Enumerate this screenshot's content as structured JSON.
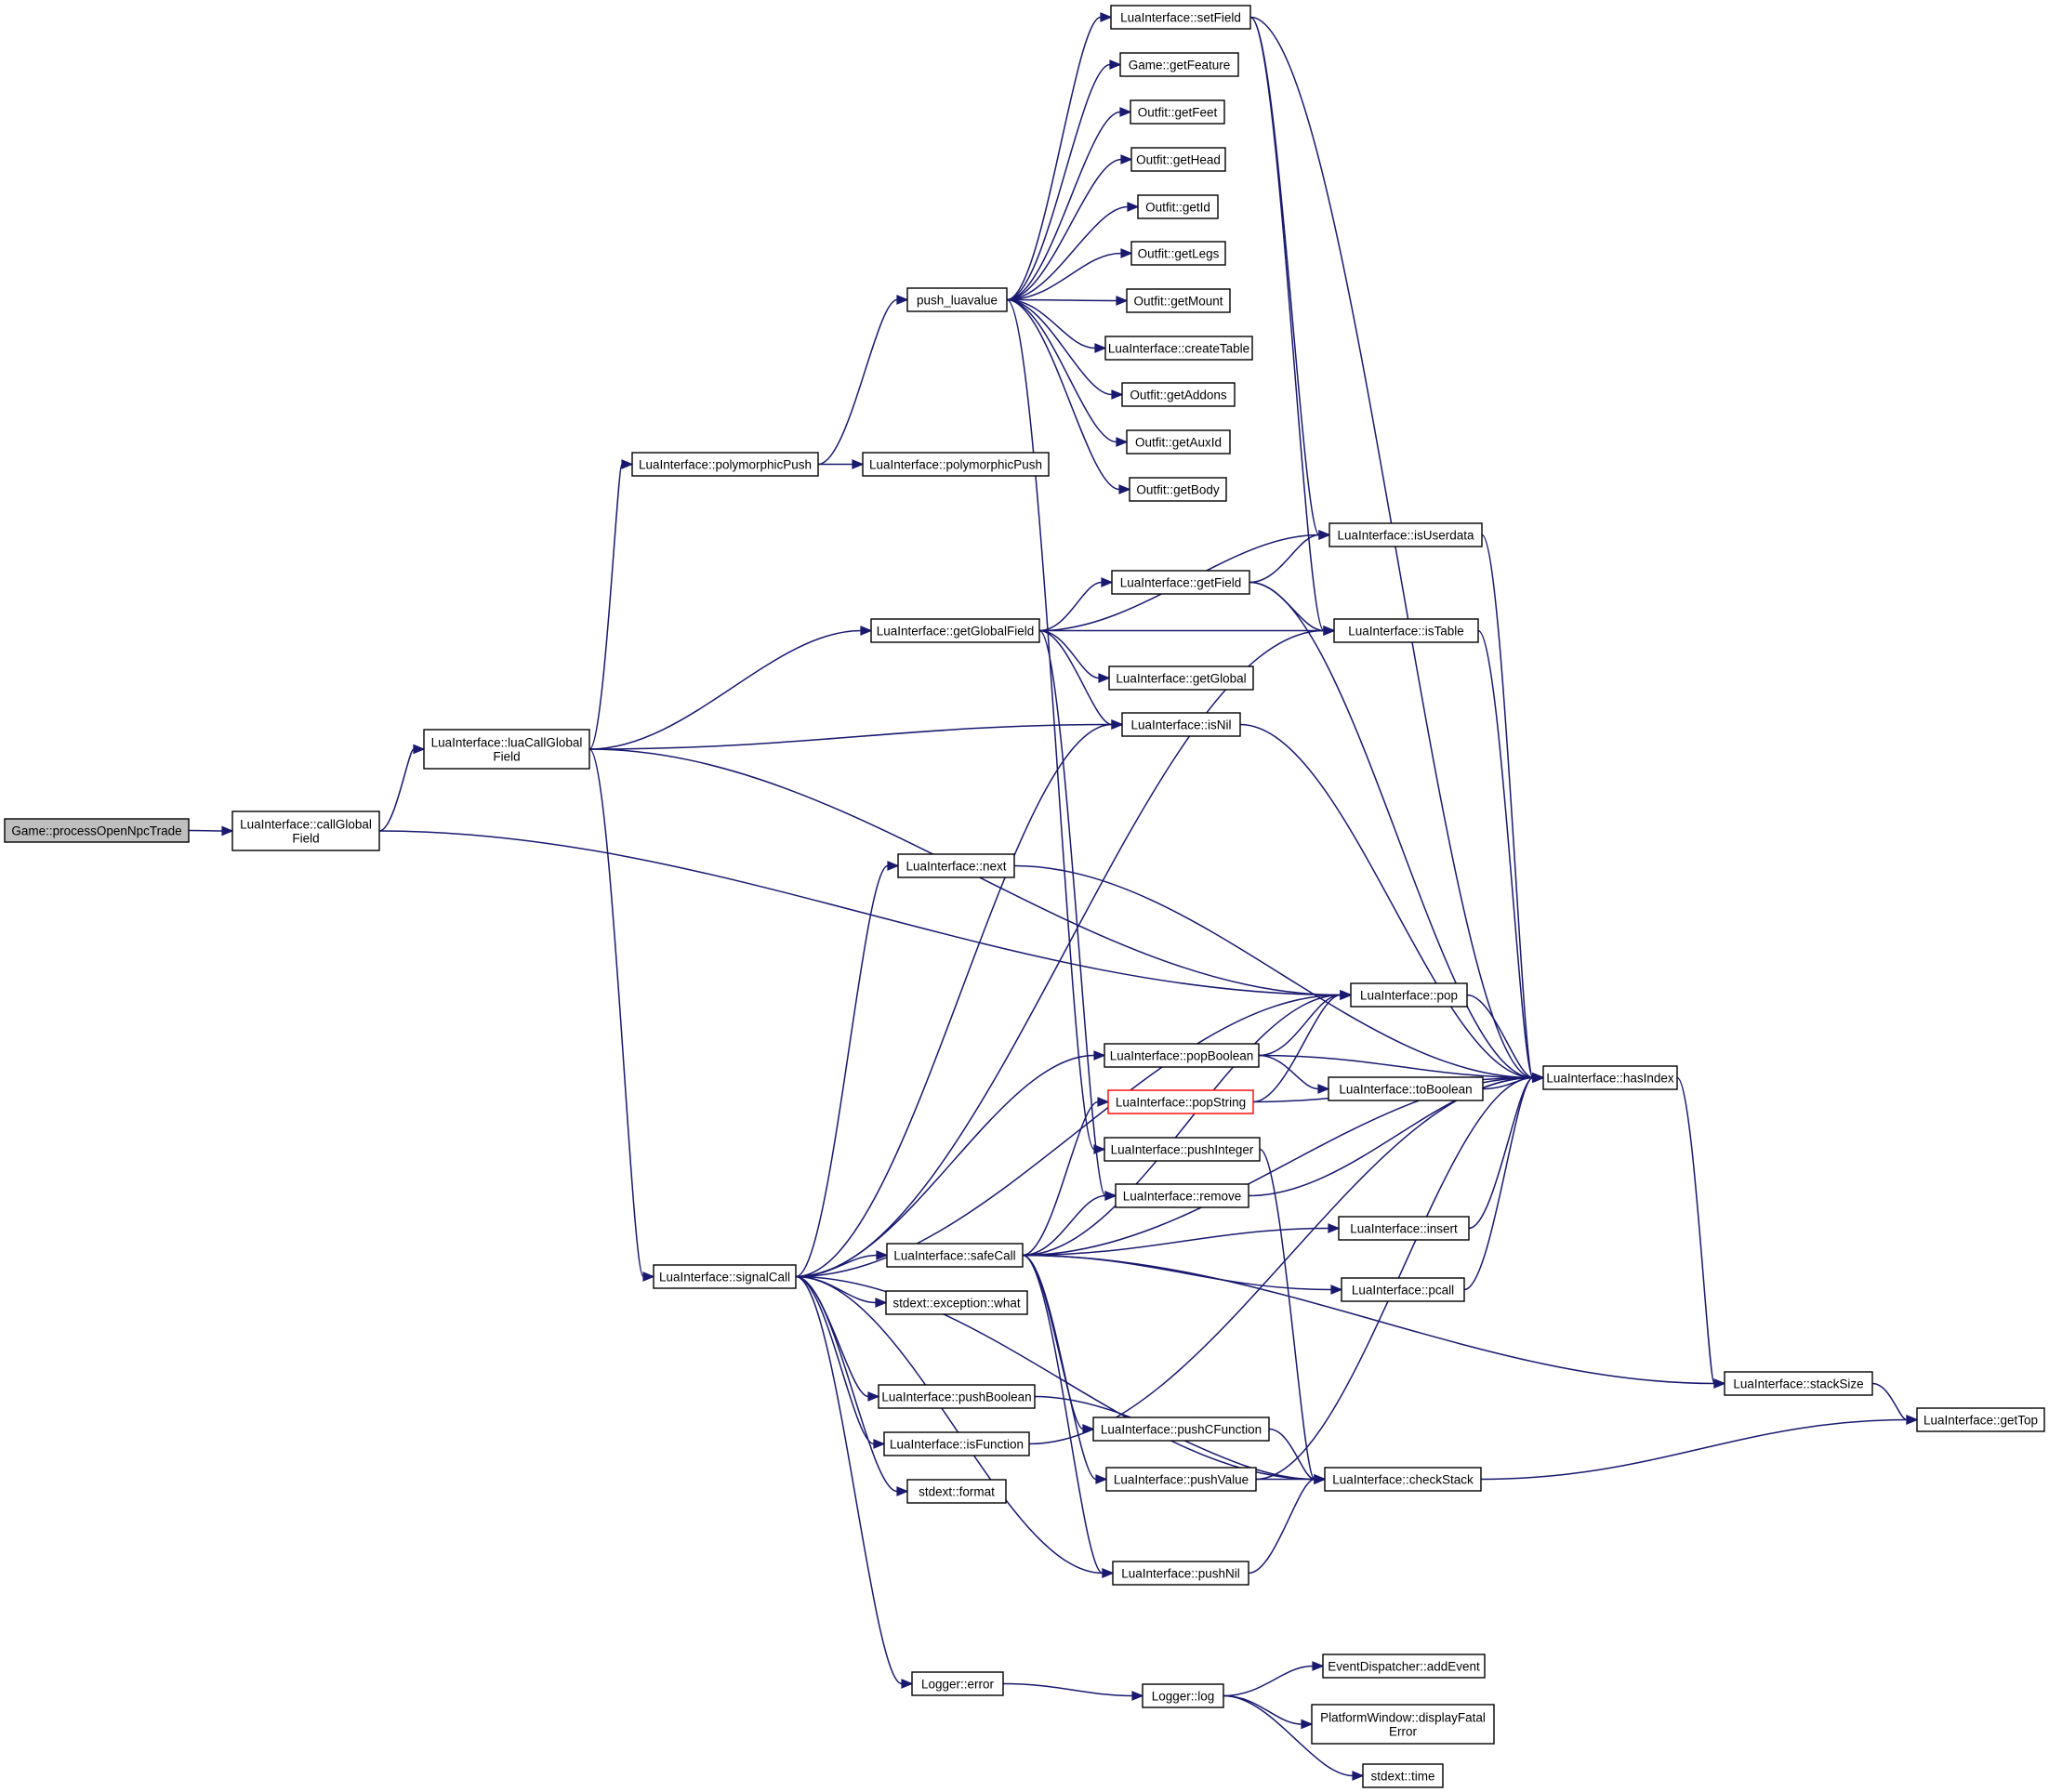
{
  "colors": {
    "edge": "#191970",
    "node_border": "#000000",
    "root_fill": "#bfbfbf",
    "highlight_border": "#ff0000"
  },
  "nodes": [
    {
      "id": "gpot",
      "lines": [
        "Game::processOpenNpcTrade"
      ],
      "style": "root"
    },
    {
      "id": "cgf",
      "lines": [
        "LuaInterface::callGlobal",
        "Field"
      ]
    },
    {
      "id": "lcgf",
      "lines": [
        "LuaInterface::luaCallGlobal",
        "Field"
      ]
    },
    {
      "id": "pp1",
      "lines": [
        "LuaInterface::polymorphicPush"
      ]
    },
    {
      "id": "pp2",
      "lines": [
        "LuaInterface::polymorphicPush"
      ]
    },
    {
      "id": "pushlv",
      "lines": [
        "push_luavalue"
      ]
    },
    {
      "id": "setField",
      "lines": [
        "LuaInterface::setField"
      ]
    },
    {
      "id": "getFeature",
      "lines": [
        "Game::getFeature"
      ]
    },
    {
      "id": "getFeet",
      "lines": [
        "Outfit::getFeet"
      ]
    },
    {
      "id": "getHead",
      "lines": [
        "Outfit::getHead"
      ]
    },
    {
      "id": "getId",
      "lines": [
        "Outfit::getId"
      ]
    },
    {
      "id": "getLegs",
      "lines": [
        "Outfit::getLegs"
      ]
    },
    {
      "id": "getMount",
      "lines": [
        "Outfit::getMount"
      ]
    },
    {
      "id": "createTable",
      "lines": [
        "LuaInterface::createTable"
      ]
    },
    {
      "id": "getAddons",
      "lines": [
        "Outfit::getAddons"
      ]
    },
    {
      "id": "getAuxId",
      "lines": [
        "Outfit::getAuxId"
      ]
    },
    {
      "id": "getBody",
      "lines": [
        "Outfit::getBody"
      ]
    },
    {
      "id": "isUserdata",
      "lines": [
        "LuaInterface::isUserdata"
      ]
    },
    {
      "id": "getField",
      "lines": [
        "LuaInterface::getField"
      ]
    },
    {
      "id": "getGlobalField",
      "lines": [
        "LuaInterface::getGlobalField"
      ]
    },
    {
      "id": "isTable",
      "lines": [
        "LuaInterface::isTable"
      ]
    },
    {
      "id": "getGlobal",
      "lines": [
        "LuaInterface::getGlobal"
      ]
    },
    {
      "id": "isNil",
      "lines": [
        "LuaInterface::isNil"
      ]
    },
    {
      "id": "next",
      "lines": [
        "LuaInterface::next"
      ]
    },
    {
      "id": "pop",
      "lines": [
        "LuaInterface::pop"
      ]
    },
    {
      "id": "popBoolean",
      "lines": [
        "LuaInterface::popBoolean"
      ]
    },
    {
      "id": "toBoolean",
      "lines": [
        "LuaInterface::toBoolean"
      ]
    },
    {
      "id": "hasIndex",
      "lines": [
        "LuaInterface::hasIndex"
      ]
    },
    {
      "id": "popString",
      "lines": [
        "LuaInterface::popString"
      ],
      "style": "red"
    },
    {
      "id": "pushInteger",
      "lines": [
        "LuaInterface::pushInteger"
      ]
    },
    {
      "id": "remove",
      "lines": [
        "LuaInterface::remove"
      ]
    },
    {
      "id": "insert",
      "lines": [
        "LuaInterface::insert"
      ]
    },
    {
      "id": "safeCall",
      "lines": [
        "LuaInterface::safeCall"
      ]
    },
    {
      "id": "signalCall",
      "lines": [
        "LuaInterface::signalCall"
      ]
    },
    {
      "id": "what",
      "lines": [
        "stdext::exception::what"
      ]
    },
    {
      "id": "pcall",
      "lines": [
        "LuaInterface::pcall"
      ]
    },
    {
      "id": "stackSize",
      "lines": [
        "LuaInterface::stackSize"
      ]
    },
    {
      "id": "getTop",
      "lines": [
        "LuaInterface::getTop"
      ]
    },
    {
      "id": "pushBoolean",
      "lines": [
        "LuaInterface::pushBoolean"
      ]
    },
    {
      "id": "pushCFunction",
      "lines": [
        "LuaInterface::pushCFunction"
      ]
    },
    {
      "id": "isFunction",
      "lines": [
        "LuaInterface::isFunction"
      ]
    },
    {
      "id": "pushValue",
      "lines": [
        "LuaInterface::pushValue"
      ]
    },
    {
      "id": "checkStack",
      "lines": [
        "LuaInterface::checkStack"
      ]
    },
    {
      "id": "format",
      "lines": [
        "stdext::format"
      ]
    },
    {
      "id": "pushNil",
      "lines": [
        "LuaInterface::pushNil"
      ]
    },
    {
      "id": "error",
      "lines": [
        "Logger::error"
      ]
    },
    {
      "id": "log",
      "lines": [
        "Logger::log"
      ]
    },
    {
      "id": "addEvent",
      "lines": [
        "EventDispatcher::addEvent"
      ]
    },
    {
      "id": "displayFatal",
      "lines": [
        "PlatformWindow::displayFatal",
        "Error"
      ]
    },
    {
      "id": "time",
      "lines": [
        "stdext::time"
      ]
    }
  ],
  "edges": [
    [
      "gpot",
      "cgf"
    ],
    [
      "cgf",
      "lcgf"
    ],
    [
      "cgf",
      "pop"
    ],
    [
      "lcgf",
      "pp1"
    ],
    [
      "lcgf",
      "getGlobalField"
    ],
    [
      "lcgf",
      "isNil"
    ],
    [
      "lcgf",
      "pop"
    ],
    [
      "lcgf",
      "signalCall"
    ],
    [
      "pp1",
      "pp2"
    ],
    [
      "pp1",
      "pushlv"
    ],
    [
      "pushlv",
      "setField"
    ],
    [
      "pushlv",
      "getFeature"
    ],
    [
      "pushlv",
      "getFeet"
    ],
    [
      "pushlv",
      "getHead"
    ],
    [
      "pushlv",
      "getId"
    ],
    [
      "pushlv",
      "getLegs"
    ],
    [
      "pushlv",
      "getMount"
    ],
    [
      "pushlv",
      "createTable"
    ],
    [
      "pushlv",
      "getAddons"
    ],
    [
      "pushlv",
      "getAuxId"
    ],
    [
      "pushlv",
      "getBody"
    ],
    [
      "pushlv",
      "pushInteger"
    ],
    [
      "setField",
      "isUserdata"
    ],
    [
      "setField",
      "isTable"
    ],
    [
      "setField",
      "hasIndex"
    ],
    [
      "getGlobalField",
      "getField"
    ],
    [
      "getGlobalField",
      "isUserdata"
    ],
    [
      "getGlobalField",
      "isTable"
    ],
    [
      "getGlobalField",
      "getGlobal"
    ],
    [
      "getGlobalField",
      "isNil"
    ],
    [
      "getGlobalField",
      "remove"
    ],
    [
      "getField",
      "isUserdata"
    ],
    [
      "getField",
      "isTable"
    ],
    [
      "getField",
      "hasIndex"
    ],
    [
      "isUserdata",
      "hasIndex"
    ],
    [
      "isTable",
      "hasIndex"
    ],
    [
      "isNil",
      "hasIndex"
    ],
    [
      "next",
      "hasIndex"
    ],
    [
      "pop",
      "hasIndex"
    ],
    [
      "popBoolean",
      "pop"
    ],
    [
      "popBoolean",
      "toBoolean"
    ],
    [
      "popBoolean",
      "hasIndex"
    ],
    [
      "toBoolean",
      "hasIndex"
    ],
    [
      "popString",
      "pop"
    ],
    [
      "popString",
      "hasIndex"
    ],
    [
      "pushInteger",
      "checkStack"
    ],
    [
      "remove",
      "hasIndex"
    ],
    [
      "insert",
      "hasIndex"
    ],
    [
      "pcall",
      "hasIndex"
    ],
    [
      "signalCall",
      "next"
    ],
    [
      "signalCall",
      "isNil"
    ],
    [
      "signalCall",
      "isTable"
    ],
    [
      "signalCall",
      "pop"
    ],
    [
      "signalCall",
      "popBoolean"
    ],
    [
      "signalCall",
      "safeCall"
    ],
    [
      "signalCall",
      "what"
    ],
    [
      "signalCall",
      "pushBoolean"
    ],
    [
      "signalCall",
      "isFunction"
    ],
    [
      "signalCall",
      "format"
    ],
    [
      "signalCall",
      "pushNil"
    ],
    [
      "signalCall",
      "error"
    ],
    [
      "signalCall",
      "checkStack"
    ],
    [
      "safeCall",
      "pop"
    ],
    [
      "safeCall",
      "popString"
    ],
    [
      "safeCall",
      "remove"
    ],
    [
      "safeCall",
      "insert"
    ],
    [
      "safeCall",
      "pcall"
    ],
    [
      "safeCall",
      "hasIndex"
    ],
    [
      "safeCall",
      "stackSize"
    ],
    [
      "safeCall",
      "pushCFunction"
    ],
    [
      "safeCall",
      "pushValue"
    ],
    [
      "safeCall",
      "pushNil"
    ],
    [
      "stackSize",
      "getTop"
    ],
    [
      "hasIndex",
      "stackSize"
    ],
    [
      "pushBoolean",
      "checkStack"
    ],
    [
      "pushCFunction",
      "checkStack"
    ],
    [
      "pushValue",
      "checkStack"
    ],
    [
      "pushValue",
      "hasIndex"
    ],
    [
      "pushNil",
      "checkStack"
    ],
    [
      "isFunction",
      "hasIndex"
    ],
    [
      "checkStack",
      "getTop"
    ],
    [
      "error",
      "log"
    ],
    [
      "log",
      "addEvent"
    ],
    [
      "log",
      "displayFatal"
    ],
    [
      "log",
      "time"
    ]
  ]
}
